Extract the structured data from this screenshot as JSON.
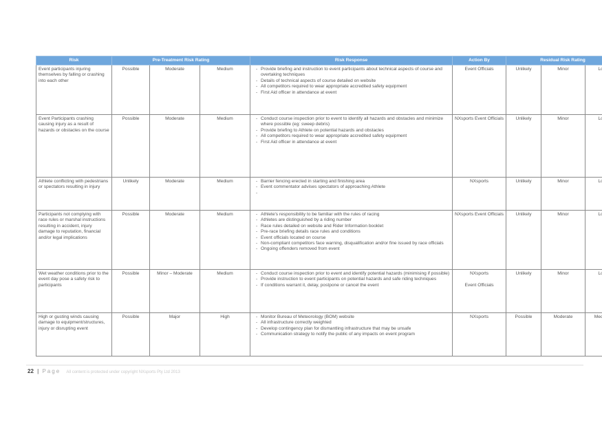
{
  "headers": {
    "risk": "Risk",
    "pre": "Pre-Treatment Risk Rating",
    "response": "Risk Response",
    "action": "Action By",
    "residual": "Residual Risk Rating"
  },
  "rows": [
    {
      "risk": "Event participants injuring themselves by falling or crashing into each other",
      "pre": [
        "Possible",
        "Moderate",
        "Medium"
      ],
      "response": [
        "Provide briefing and instruction to event participants about technical aspects of course and overtaking techniques",
        "Details of technical aspects of course detailed on website",
        "All competitors required to wear appropriate accredited safety equipment",
        "First Aid officer in attendance at event"
      ],
      "action": "Event Officials",
      "residual": [
        "Unlikely",
        "Minor",
        "Low"
      ]
    },
    {
      "risk": "Event Participants crashing causing injury as a result of hazards or obstacles on the course",
      "pre": [
        "Possible",
        "Moderate",
        "Medium"
      ],
      "response": [
        "Conduct course inspection prior to event to identify all hazards and obstacles and minimize where possible (eg: sweep debris)",
        "Provide briefing to Athlete on potential hazards and obstacles",
        "All competitors required to wear appropriate accredited safety equipment",
        "First Aid officer in attendance at event"
      ],
      "action": "NXsports Event Officials",
      "residual": [
        "Unlikely",
        "Minor",
        "Low"
      ]
    },
    {
      "risk": "Athlete conflicting with pedestrians or spectators resulting in injury",
      "pre": [
        "Unlikely",
        "Moderate",
        "Medium"
      ],
      "response": [
        "Barrier fencing erected in starting and finishing area",
        "Event commentator advises spectators of approaching Athlete",
        " "
      ],
      "action": "NXsports",
      "residual": [
        "Unlikely",
        "Minor",
        "Low"
      ]
    },
    {
      "risk": "Participants not complying with race rules or marshal instructions resulting in accident, injury damage to reputation, financial and/or legal implications",
      "pre": [
        "Possible",
        "Moderate",
        "Medium"
      ],
      "response": [
        "Athlete's responsibility to be familiar with the rules of racing",
        "Athletes are distinguished by a riding number",
        "Race rules detailed on website and Rider Information booklet",
        "Pre-race briefing details race rules and conditions",
        "Event officials located on course",
        "Non-compliant competitors face warning, disqualification and/or fine issued by race officials",
        "Ongoing offenders removed from event"
      ],
      "action": "NXsports Event Officials",
      "residual": [
        "Unlikely",
        "Minor",
        "Low"
      ]
    },
    {
      "risk": "Wet weather conditions prior to the event day pose a safety risk to participants",
      "pre": [
        "Possible",
        "Minor – Moderate",
        "Medium"
      ],
      "response": [
        "Conduct course inspection prior to event and identify potential hazards (minimising if possible)",
        "Provide instruction to event participants on potential hazards and safe riding techniques",
        "If conditions warrant it, delay, postpone or cancel the event"
      ],
      "action": "NXsports\n\nEvent Officials",
      "residual": [
        "Unlikely",
        "Minor",
        "Low"
      ]
    },
    {
      "risk": "High or gusting winds causing damage to equipment/structures, injury or disrupting event",
      "pre": [
        "Possible",
        "Major",
        "High"
      ],
      "response": [
        "Monitor Bureau of Meteorology (BOM) website",
        "All infrastructure correctly weighted",
        "Develop contingency plan for dismantling infrastructure that may be unsafe",
        "Communication strategy to notify the public of any impacts on event program"
      ],
      "action": "NXsports",
      "residual": [
        "Possible",
        "Moderate",
        "Medium"
      ]
    }
  ],
  "footer": {
    "page_number": "22",
    "separator": "|",
    "page_word": "Page",
    "copyright": "All content is protected under copyright NXsports Pty Ltd 2013"
  },
  "colors": {
    "header_fill": "#6fa7dd",
    "header_text": "#ffffff",
    "border": "#8a8a8a"
  }
}
